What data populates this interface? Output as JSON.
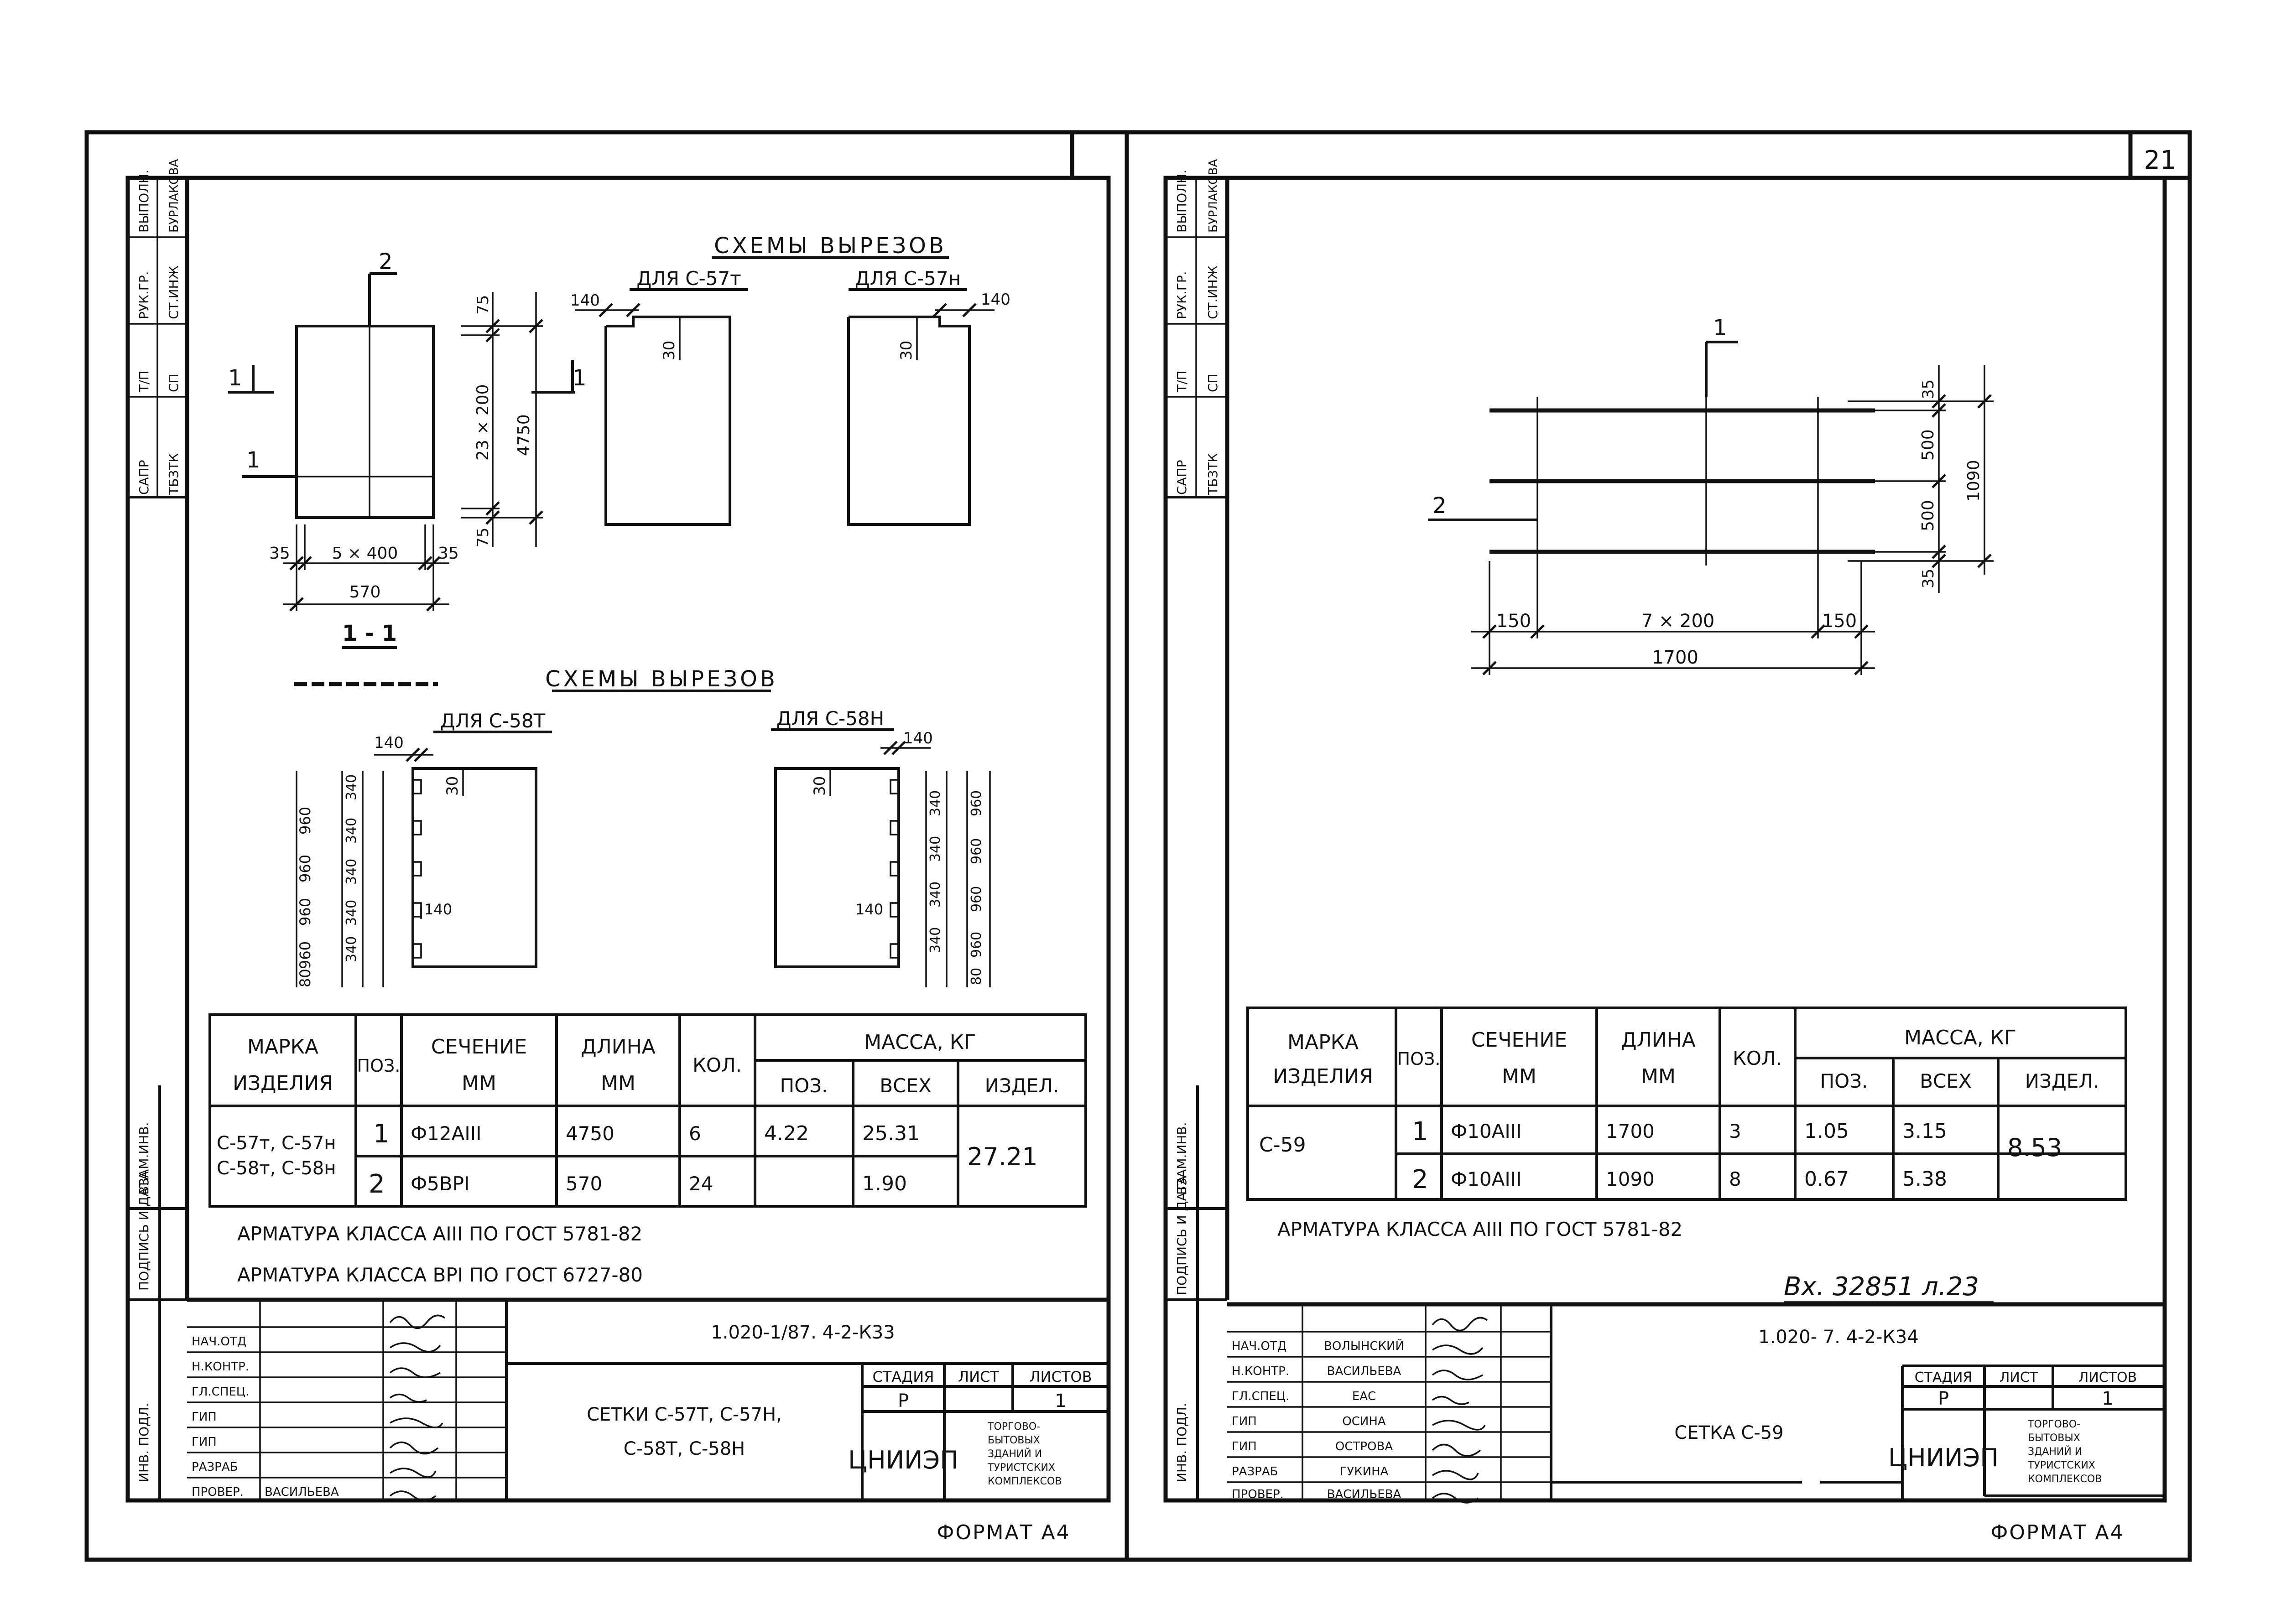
{
  "page_number": "21",
  "left_sheet": {
    "side_stamp": [
      "САПР",
      "Т/П",
      "РУК.ГР.",
      "ВЫПОЛН.",
      "ТБЗТК",
      "СП",
      "СТ.ИНЖ",
      "БУРЛАКОВА"
    ],
    "side_labels": [
      "ВЗАМ.ИНВ.",
      "ПОДПИСЬ И ДАТА",
      "ИНВ. ПОДЛ."
    ],
    "main_view": {
      "mark_top": "2",
      "mark_left": "1",
      "mark_section": "1",
      "dim_left_top": "35",
      "dim_left_bottom": "35",
      "dim_mid": "5 × 400",
      "dim_total": "570",
      "dim_v_top": "75",
      "dim_v_mid": "23 × 200",
      "dim_v_total": "4750",
      "dim_v_bottom": "75",
      "section_label": "1 - 1"
    },
    "cutouts_1": {
      "title": "СХЕМЫ ВЫРЕЗОВ",
      "a_label": "ДЛЯ С-57т",
      "a_dim_w": "140",
      "a_dim_h": "30",
      "a_mark": "1",
      "b_label": "ДЛЯ С-57н",
      "b_dim_w": "140",
      "b_dim_h": "30"
    },
    "cutouts_2": {
      "title": "СХЕМЫ ВЫРЕЗОВ",
      "a_label": "ДЛЯ С-58Т",
      "a_dim_w": "140",
      "a_dim_h": "30",
      "a_dim_notch": "140",
      "b_label": "ДЛЯ С-58Н",
      "b_dim_w": "140",
      "b_dim_h": "30",
      "b_dim_notch": "140",
      "dim_340": "340",
      "dim_960": "960",
      "dim_80": "80"
    },
    "table": {
      "h_mark": [
        "МАРКА",
        "ИЗДЕЛИЯ"
      ],
      "h_pos": "ПОЗ.",
      "h_section": [
        "СЕЧЕНИЕ",
        "ММ"
      ],
      "h_length": [
        "ДЛИНА",
        "ММ"
      ],
      "h_qty": "КОЛ.",
      "h_mass": "МАССА, КГ",
      "h_mass_pos": "ПОЗ.",
      "h_mass_all": "ВСЕХ",
      "h_mass_item": "ИЗДЕЛ.",
      "mark_line1": "С-57т, С-57н",
      "mark_line2": "С-58т, С-58н",
      "rows": [
        {
          "pos": "1",
          "section": "Ф12АIII",
          "length": "4750",
          "qty": "6",
          "mass_pos": "4.22",
          "mass_all": "25.31"
        },
        {
          "pos": "2",
          "section": "Ф5ВРI",
          "length": "570",
          "qty": "24",
          "mass_pos": "",
          "mass_all": "1.90"
        }
      ],
      "mass_item": "27.21"
    },
    "notes": [
      "АРМАТУРА КЛАССА АIII ПО ГОСТ 5781-82",
      "АРМАТУРА КЛАССА ВРI ПО ГОСТ 6727-80"
    ],
    "title_block": {
      "code": "1.020-1/87. 4-2-К33",
      "roles": [
        "НАЧ.ОТД",
        "Н.КОНТР.",
        "ГЛ.СПЕЦ.",
        "ГИП",
        "ГИП",
        "РАЗРАБ",
        "ПРОВЕР."
      ],
      "last_name": "ВАСИЛЬЕВА",
      "title": [
        "СЕТКИ С-57Т, С-57Н,",
        "С-58Т, С-58Н"
      ],
      "stage_h": "СТАДИЯ",
      "sheet_h": "ЛИСТ",
      "sheets_h": "ЛИСТОВ",
      "stage": "Р",
      "sheets": "1",
      "org": "ЦНИИЭП",
      "org_sub": [
        "ТОРГОВО-",
        "БЫТОВЫХ",
        "ЗДАНИЙ И",
        "ТУРИСТСКИХ",
        "КОМПЛЕКСОВ"
      ]
    },
    "format": "ФОРМАТ А4"
  },
  "right_sheet": {
    "side_stamp": [
      "САПР",
      "Т/П",
      "РУК.ГР.",
      "ВЫПОЛН.",
      "ТБЗТК",
      "СП",
      "СТ.ИНЖ",
      "БУРЛАКОВА"
    ],
    "side_labels": [
      "ВЗАМ.ИНВ.",
      "ПОДПИСЬ И ДАТА",
      "ИНВ. ПОДЛ."
    ],
    "plan": {
      "mark_1": "1",
      "mark_2": "2",
      "dim_150_left": "150",
      "dim_mid": "7 × 200",
      "dim_150_right": "150",
      "dim_total": "1700",
      "dim_35_top": "35",
      "dim_500_a": "500",
      "dim_500_b": "500",
      "dim_35_bottom": "35",
      "dim_v_total": "1090"
    },
    "table": {
      "h_mark": [
        "МАРКА",
        "ИЗДЕЛИЯ"
      ],
      "h_pos": "ПОЗ.",
      "h_section": [
        "СЕЧЕНИЕ",
        "ММ"
      ],
      "h_length": [
        "ДЛИНА",
        "ММ"
      ],
      "h_qty": "КОЛ.",
      "h_mass": "МАССА, КГ",
      "h_mass_pos": "ПОЗ.",
      "h_mass_all": "ВСЕХ",
      "h_mass_item": "ИЗДЕЛ.",
      "mark": "С-59",
      "rows": [
        {
          "pos": "1",
          "section": "Ф10АIII",
          "length": "1700",
          "qty": "3",
          "mass_pos": "1.05",
          "mass_all": "3.15"
        },
        {
          "pos": "2",
          "section": "Ф10АIII",
          "length": "1090",
          "qty": "8",
          "mass_pos": "0.67",
          "mass_all": "5.38"
        }
      ],
      "mass_item": "8.53"
    },
    "notes": [
      "АРМАТУРА КЛАССА АIII ПО ГОСТ 5781-82"
    ],
    "archive_note": "Вх. 32851 л.23",
    "title_block": {
      "code": "1.020-    7. 4-2-К34",
      "roles": [
        "НАЧ.ОТД",
        "Н.КОНТР.",
        "ГЛ.СПЕЦ.",
        "ГИП",
        "ГИП",
        "РАЗРАБ",
        "ПРОВЕР."
      ],
      "names": [
        "ВОЛЫНСКИЙ",
        "ВАСИЛЬЕВА",
        "ЕАС",
        "ОСИНА",
        "ОСТРОВА",
        "ГУКИНА",
        "ВАСИЛЬЕВА"
      ],
      "title": "СЕТКА С-59",
      "stage_h": "СТАДИЯ",
      "sheet_h": "ЛИСТ",
      "sheets_h": "ЛИСТОВ",
      "stage": "Р",
      "sheets": "1",
      "org": "ЦНИИЭП",
      "org_sub": [
        "ТОРГОВО-",
        "БЫТОВЫХ",
        "ЗДАНИЙ И",
        "ТУРИСТСКИХ",
        "КОМПЛЕКСОВ"
      ]
    },
    "format": "ФОРМАТ А4"
  }
}
